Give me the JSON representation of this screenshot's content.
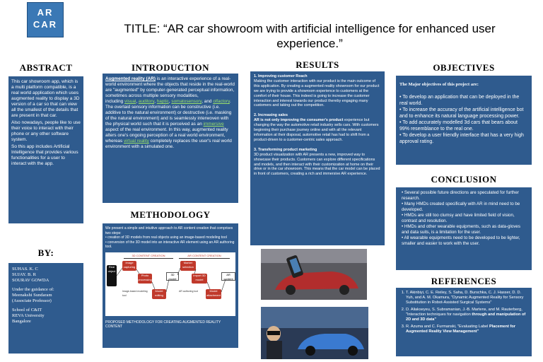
{
  "logo": {
    "line1": "AR",
    "line2": "CAR"
  },
  "title": "TITLE: “AR car showroom with artificial intelligence for enhanced user experience.”",
  "headings": {
    "abstract": "ABSTRACT",
    "introduction": "INTRODUCTION",
    "results": "RESULTS",
    "objectives": "OBJECTIVES",
    "methodology": "METHODOLOGY",
    "conclusion": "CONCLUSION",
    "by": "BY:",
    "references": "REFERENCES"
  },
  "abstract": {
    "p1": "This car showroom app, which is a multi platform compatible, is a real world application which uses augmented reality to display a 3D version of a car so that can view all the smallest of the details that are present in that car.",
    "p2": "Also nowadays, people like to use their voice to interact with their phone or any other software system.",
    "p3": "So this app includes Artificial Intelligence that provides various functionalities for a user to interact with the app."
  },
  "introduction": {
    "term": "Augmented reality (AR)",
    "t1": " is an interactive experience of a real-world environment where the objects that reside in the real-world are \"augmented\" by computer-generated perceptual information, sometimes across multiple sensory modalities,",
    "t2": "including ",
    "m1": "visual",
    "m2": "auditory",
    "m3": "haptic",
    "m4": "somatosensory",
    "t3": ", and ",
    "m5": "olfactory",
    "t4": ". The overlaid sensory information can be constructive (i.e. additive to the natural environment) or destructive (i.e. masking of the natural environment) and is seamlessly interwoven with the physical world such that it is perceived as an ",
    "m6": "immersive",
    "t5": " aspect of the real environment. In this way, augmented reality alters one's ongoing perception of a real world environment, whereas ",
    "m7": "virtual reality",
    "t6": " completely replaces the user's real world environment with a simulated one."
  },
  "results": {
    "h1": "1. Improving customer Reach",
    "p1": "Making the customer interaction with our product is the main outcome of this application. By creating a augmented reality showroom for our product we are trying to provide a showroom experience to customers at the comfort of their house. This indeed is going to increase the customer interaction and interest towards our product thereby engaging many customers and taking out the competition.",
    "h2": "2. Increasing sales",
    "p2a": "AR is not only improving the consumer's product",
    "p2b": " experience but changing the way the automotive retail industry sells cars. With customers beginning their purchase journey online and with all the relevant information at their disposal, automotive retail has had to shift from a product-driven to a customer-centric sales approach.",
    "h3": "3. Transforming product marketing",
    "p3": "3D product visualization with AR presents a new, improved way to showcase their products. Customers can explore different specifications and models, and then interact with their customization at home on their drive or in the car showroom. This means that the car model can be placed in front of customers, creating a rich and immersive AR experience."
  },
  "objectives": {
    "lead": "The Major objectives of this project are:",
    "items": [
      "• To develop an application that can be deployed in the real world.",
      "• To increase the accuracy of the artificial intelligence bot and to enhance its natural language processing power.",
      "• To add accurately modelled 3d cars   that bears about 99% resemblance to the real  one.",
      "• To develop a user friendly interface that has a very high approval rating."
    ]
  },
  "methodology": {
    "p1": "We present a simple and intuitive approach to AR content creation that comprises two steps:",
    "s1": "• creation of 3D models from real objects using an image-based modeling tool",
    "s2": "• conversion of the 3D model into an interactive AR element using an AR authoring tool.",
    "caption": "PROPOSED METHODOLOGY FOR CREATING AUGMENTED REALITY CONTENT",
    "diagram": {
      "left_title": "3D CONTENT CREATION",
      "right_title": "AR CONTENT CREATION",
      "b_input": "Real object",
      "b_capture": "Image capturing",
      "b_photo": "Photo processing",
      "b_editing": "Model editing",
      "b_3d": "3D model",
      "b_marker": "Marker selection",
      "b_import": "Import 3D model",
      "b_attach": "Model attachment",
      "b_out": "AR content",
      "lbl_image": "Image-based modeling tool",
      "lbl_ar": "AR authoring tool"
    }
  },
  "authors": {
    "names": [
      "SUHAS. K. C",
      "SUJAY. B. R",
      "SOURAV GOWDA"
    ],
    "guidance": [
      "Under the guidance of:",
      "Meenakshi Sundaram",
      "(Associate Professor)"
    ],
    "school": [
      "School of C&IT",
      "REVA  University",
      "Bangalore"
    ]
  },
  "conclusion": {
    "items": [
      "• Several possible future directions are speculated for further research.",
      "• Many HMDs created specifically with AR in mind need to be developed.",
      "• HMDs are still too clumsy and have limited field of vision, contrast and resolution.",
      "• HMDs and other wearable equipments, such as data-gloves and data suits, is a limitation for the user.",
      "• All wearable equipments need to be developed to be lighter, smaller and easier to work with the user."
    ]
  },
  "references": {
    "items": [
      {
        "a": "T. Akinbiyi, C. E. Reiley, S. Saha, D. Burschka, C. J. Hasser, D. D. Yuh, and A. M. Okamura, \"Dynamic Augmented Reality for Sensory Substitution in Robot-Assisted Surgical Systems\"",
        "b": ""
      },
      {
        "a": "D. Aliakseyeu, S. Subramanian, J.-B. Martens, and M. Rauterberg, \"Interaction techniques for navigation ",
        "b": "through and manipulation of 2D and 3D data\""
      },
      {
        "a": "R. Azuma and C. Furmanski, \"Evaluating Label ",
        "b": "Placement for Augmented Reality View Management\""
      }
    ]
  }
}
